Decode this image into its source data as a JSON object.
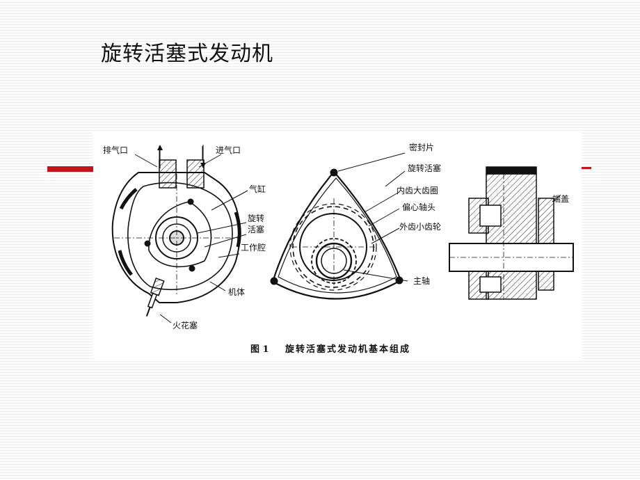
{
  "slide": {
    "title": "旋转活塞式发动机"
  },
  "figure": {
    "caption_number": "图 1",
    "caption_text": "旋转活塞式发动机基本组成",
    "left_view_labels": {
      "exhaust": "排气口",
      "intake": "进气口",
      "cylinder": "气缸",
      "rotor_line1": "旋转",
      "rotor_line2": "活塞",
      "chamber": "工作腔",
      "body": "机体",
      "spark_plug": "火花塞"
    },
    "middle_view_labels": {
      "seal": "密封片",
      "rotor": "旋转活塞",
      "internal_gear": "内齿大齿圈",
      "eccentric": "偏心轴头",
      "external_gear": "外齿小齿轮",
      "main_shaft": "主轴"
    },
    "right_view_labels": {
      "end_cover": "端盖"
    }
  },
  "colors": {
    "accent_red": "#c4141b",
    "ink": "#111111"
  }
}
